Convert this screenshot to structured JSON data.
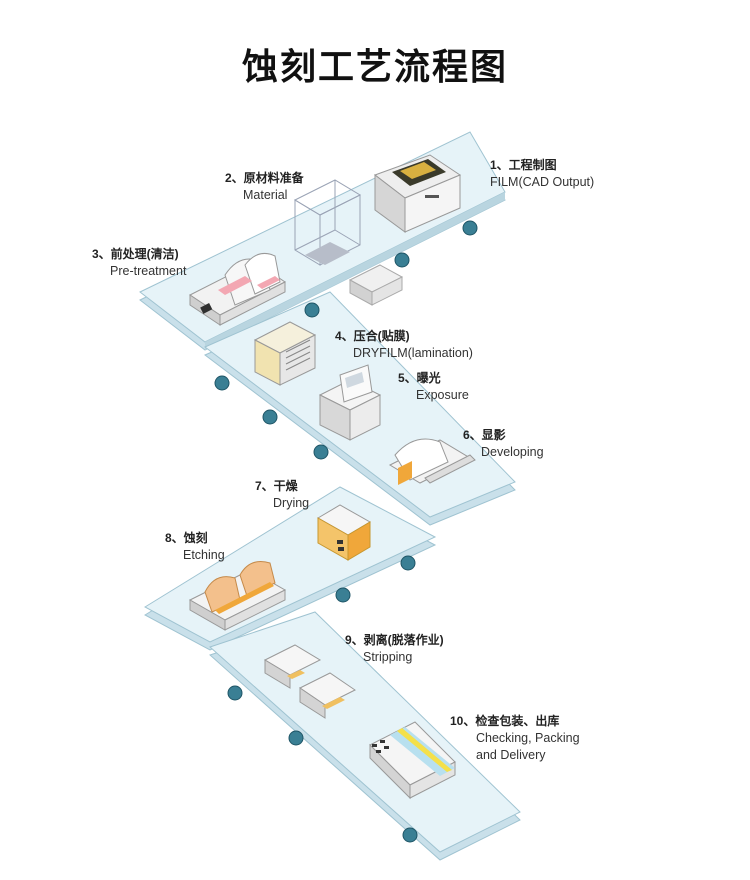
{
  "title": "蚀刻工艺流程图",
  "colors": {
    "belt_top": "#e6f3f8",
    "belt_edge": "#c9e0ea",
    "belt_stroke": "#9fc3d1",
    "roller": "#3a7f94",
    "machine_body": "#f2f2f2",
    "machine_side": "#c9c9c9",
    "accent": "#f0a73a",
    "pink": "#f3a7b2"
  },
  "steps": [
    {
      "cn": "1、工程制图",
      "en": "FILM(CAD Output)"
    },
    {
      "cn": "2、原材料准备",
      "en": "Material"
    },
    {
      "cn": "3、前处理(清洁)",
      "en": "Pre-treatment"
    },
    {
      "cn": "4、压合(贴膜)",
      "en": "DRYFILM(lamination)"
    },
    {
      "cn": "5、曝光",
      "en": "Exposure"
    },
    {
      "cn": "6、显影",
      "en": "Developing"
    },
    {
      "cn": "7、干燥",
      "en": "Drying"
    },
    {
      "cn": "8、蚀刻",
      "en": "Etching"
    },
    {
      "cn": "9、剥离(脱落作业)",
      "en": "Stripping"
    },
    {
      "cn": "10、检查包装、出库",
      "en": "Checking, Packing and Delivery"
    }
  ]
}
